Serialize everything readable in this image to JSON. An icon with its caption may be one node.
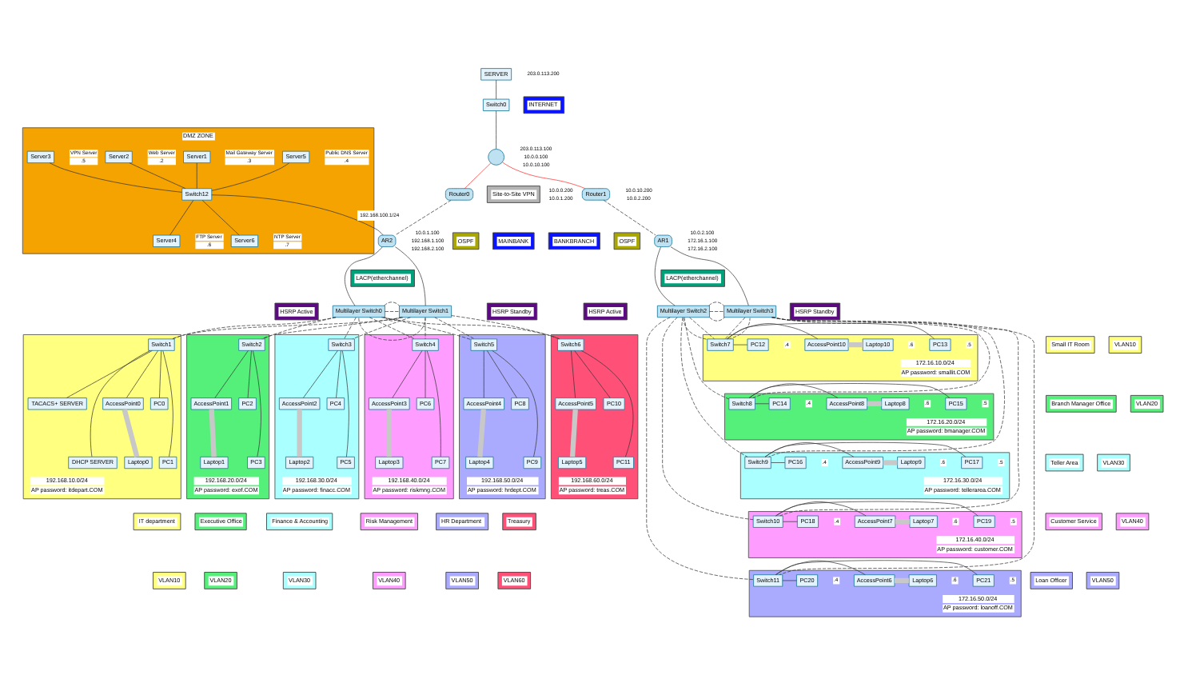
{
  "diagram": {
    "nodes": [
      {
        "text": [
          "DMZ ZONE"
        ]
      },
      {
        "text": [
          "Switch12"
        ],
        "in": 0
      },
      {
        "text": [
          "Server5"
        ],
        "in": 0,
        "beside": [
          "Public DNS Server",
          ".4"
        ]
      },
      {
        "text": [
          "Server1"
        ],
        "in": 0,
        "beside": [
          "Mail Gateway Server",
          ".3"
        ]
      },
      {
        "text": [
          "Server2"
        ],
        "in": 0,
        "beside": [
          "Web Server",
          ".2"
        ]
      },
      {
        "text": [
          "Server3"
        ],
        "in": 0,
        "beside": [
          "VPN Server",
          ".5"
        ]
      },
      {
        "text": [
          "Server4"
        ],
        "in": 0,
        "beside": [
          "FTP Server",
          ".6"
        ]
      },
      {
        "text": [
          "Server6"
        ],
        "in": 0,
        "beside": [
          "NTP Server",
          ".7"
        ]
      },
      {
        "text": [
          "SERVER"
        ],
        "beside": [
          "203.0.113.200"
        ]
      },
      {
        "text": [
          "Switch0"
        ]
      },
      {
        "text": [
          "INTERNET"
        ]
      },
      {
        "text": [],
        "shape": "circle",
        "beside": [
          "203.0.113.100",
          "10.0.0.100",
          "10.0.10.100"
        ]
      },
      {
        "text": [
          "Router0"
        ],
        "beside": [
          "10.0.0.200",
          "10.0.1.200"
        ]
      },
      {
        "text": [
          "MAINBANK"
        ]
      },
      {
        "text": [
          "Site-to-Site VPN"
        ]
      },
      {
        "text": [
          "Router1"
        ],
        "beside": [
          "10.0.10.200",
          "10.0.2.200"
        ]
      },
      {
        "text": [
          "BANKBRANCH"
        ]
      },
      {
        "text": [
          "OSPF"
        ]
      },
      {
        "text": [
          "OSPF"
        ]
      },
      {
        "text": [
          "AR2"
        ],
        "beside": [
          "10.0.1.100",
          "192.168.1.100",
          "192.168.2.100"
        ]
      },
      {
        "text": [
          "AR1"
        ],
        "beside": [
          "10.0.2.100",
          "172.16.1.100",
          "172.16.2.100"
        ]
      },
      {
        "text": [
          "HSRP Active"
        ]
      },
      {
        "text": [
          "LACP(etherchannel)"
        ]
      },
      {
        "text": [
          "HSRP Standby"
        ]
      },
      {
        "text": [
          "Multilayer Switch0"
        ]
      },
      {
        "text": [
          "Multilayer Switch1"
        ]
      },
      {
        "text": [
          "HSRP Active"
        ]
      },
      {
        "text": [
          "Multilayer Switch2"
        ]
      },
      {
        "text": [
          "LACP(etherchannel)"
        ]
      },
      {
        "text": [
          "Multilayer Switch3"
        ]
      },
      {
        "text": [
          "HSRP Standby"
        ]
      },
      {
        "text": [
          "192.168.10.0/24",
          "AP password: itdepart.COM"
        ]
      },
      {
        "text": [
          "Switch1"
        ],
        "in": 31
      },
      {
        "text": [
          "TACACS+ SERVER"
        ],
        "in": 31
      },
      {
        "text": [
          "DHCP SERVER"
        ],
        "in": 31
      },
      {
        "text": [
          "AccessPoint0"
        ],
        "in": 31
      },
      {
        "text": [
          "PC0"
        ],
        "in": 31
      },
      {
        "text": [
          "PC1"
        ],
        "in": 31
      },
      {
        "text": [
          "Laptop0"
        ],
        "in": 31
      },
      {
        "text": [
          "192.168.20.0/24",
          "AP password: exof.COM"
        ]
      },
      {
        "text": [
          "Switch2"
        ],
        "in": 39
      },
      {
        "text": [
          "AccessPoint1"
        ],
        "in": 39
      },
      {
        "text": [
          "PC2"
        ],
        "in": 39
      },
      {
        "text": [
          "PC3"
        ],
        "in": 39
      },
      {
        "text": [
          "Laptop1"
        ],
        "in": 39
      },
      {
        "text": [
          "192.168.30.0/24",
          "AP password: finacc.COM"
        ]
      },
      {
        "text": [
          "Switch3"
        ],
        "in": 45
      },
      {
        "text": [
          "AccessPoint2"
        ],
        "in": 45
      },
      {
        "text": [
          "PC4"
        ],
        "in": 45
      },
      {
        "text": [
          "PC5"
        ],
        "in": 45
      },
      {
        "text": [
          "Laptop2"
        ],
        "in": 45
      },
      {
        "text": [
          "192.168.40.0/24",
          "AP password: riskmng.COM"
        ]
      },
      {
        "text": [
          "Switch4"
        ],
        "in": 51
      },
      {
        "text": [
          "AccessPoint3"
        ],
        "in": 51
      },
      {
        "text": [
          "PC6"
        ],
        "in": 51
      },
      {
        "text": [
          "PC7"
        ],
        "in": 51
      },
      {
        "text": [
          "Laptop3"
        ],
        "in": 51
      },
      {
        "text": [
          "192.168.50.0/24",
          "AP password: hrdept.COM"
        ]
      },
      {
        "text": [
          "Switch5"
        ],
        "in": 57
      },
      {
        "text": [
          "AccessPoint4"
        ],
        "in": 57
      },
      {
        "text": [
          "PC8"
        ],
        "in": 57
      },
      {
        "text": [
          "PC9"
        ],
        "in": 57
      },
      {
        "text": [
          "Laptop4"
        ],
        "in": 57
      },
      {
        "text": [
          "192.168.60.0/24",
          "AP password: treas.COM"
        ]
      },
      {
        "text": [
          "Switch6"
        ],
        "in": 63
      },
      {
        "text": [
          "AccessPoint5"
        ],
        "in": 63
      },
      {
        "text": [
          "PC10"
        ],
        "in": 63
      },
      {
        "text": [
          "PC11"
        ],
        "in": 63
      },
      {
        "text": [
          "Laptop5"
        ],
        "in": 63
      },
      {
        "text": [
          "IT department"
        ]
      },
      {
        "text": [
          "Executive Office"
        ]
      },
      {
        "text": [
          "Finance & Accounting"
        ]
      },
      {
        "text": [
          "Risk Management"
        ]
      },
      {
        "text": [
          "HR Department"
        ]
      },
      {
        "text": [
          "Treasury"
        ]
      },
      {
        "text": [
          "VLAN10"
        ]
      },
      {
        "text": [
          "VLAN20"
        ]
      },
      {
        "text": [
          "VLAN30"
        ]
      },
      {
        "text": [
          "VLAN40"
        ]
      },
      {
        "text": [
          "VLAN50"
        ]
      },
      {
        "text": [
          "VLAN60"
        ]
      },
      {
        "text": [
          "172.16.10.0/24",
          "AP password: smallit.COM"
        ]
      },
      {
        "text": [
          "Switch7"
        ],
        "in": 81
      },
      {
        "text": [
          "PC12"
        ],
        "in": 81,
        "beside": [
          ".4"
        ]
      },
      {
        "text": [
          "AccessPoint10"
        ],
        "in": 81
      },
      {
        "text": [
          "Laptop10"
        ],
        "in": 81,
        "beside": [
          ".6"
        ]
      },
      {
        "text": [
          "PC13"
        ],
        "in": 81,
        "beside": [
          ".5"
        ]
      },
      {
        "text": [
          "Small IT Room"
        ]
      },
      {
        "text": [
          "VLAN10"
        ]
      },
      {
        "text": [
          "172.16.20.0/24",
          "AP password: bmanager.COM"
        ]
      },
      {
        "text": [
          "Switch8"
        ],
        "in": 89
      },
      {
        "text": [
          "PC14"
        ],
        "in": 89,
        "beside": [
          ".4"
        ]
      },
      {
        "text": [
          "AccessPoint8"
        ],
        "in": 89
      },
      {
        "text": [
          "Laptop8"
        ],
        "in": 89,
        "beside": [
          ".6"
        ]
      },
      {
        "text": [
          "PC15"
        ],
        "in": 89,
        "beside": [
          ".5"
        ]
      },
      {
        "text": [
          "Branch Manager Office"
        ]
      },
      {
        "text": [
          "VLAN20"
        ]
      },
      {
        "text": [
          "172.16.30.0/24",
          "AP password: tellerarea.COM"
        ]
      },
      {
        "text": [
          "Switch9"
        ],
        "in": 97
      },
      {
        "text": [
          "PC16"
        ],
        "in": 97,
        "beside": [
          ".4"
        ]
      },
      {
        "text": [
          "AccessPoint9"
        ],
        "in": 97
      },
      {
        "text": [
          "Laptop9"
        ],
        "in": 97,
        "beside": [
          ".6"
        ]
      },
      {
        "text": [
          "PC17"
        ],
        "in": 97,
        "beside": [
          ".5"
        ]
      },
      {
        "text": [
          "Teller Area"
        ]
      },
      {
        "text": [
          "VLAN30"
        ]
      },
      {
        "text": [
          "172.16.40.0/24",
          "AP password: customer.COM"
        ]
      },
      {
        "text": [
          "Switch10"
        ],
        "in": 105
      },
      {
        "text": [
          "PC18"
        ],
        "in": 105,
        "beside": [
          ".4"
        ]
      },
      {
        "text": [
          "AccessPoint7"
        ],
        "in": 105
      },
      {
        "text": [
          "Laptop7"
        ],
        "in": 105,
        "beside": [
          ".6"
        ]
      },
      {
        "text": [
          "PC19"
        ],
        "in": 105,
        "beside": [
          ".5"
        ]
      },
      {
        "text": [
          "Customer Service"
        ]
      },
      {
        "text": [
          "VLAN40"
        ]
      },
      {
        "text": [
          "172.16.50.0/24",
          "AP password: loanoff.COM"
        ]
      },
      {
        "text": [
          "Switch11"
        ],
        "in": 113
      },
      {
        "text": [
          "PC20"
        ],
        "in": 113,
        "beside": [
          ".4"
        ]
      },
      {
        "text": [
          "AccessPoint6"
        ],
        "in": 113
      },
      {
        "text": [
          "Laptop6"
        ],
        "in": 113,
        "beside": [
          ".6"
        ]
      },
      {
        "text": [
          "PC21"
        ],
        "in": 113,
        "beside": [
          ".5"
        ]
      },
      {
        "text": [
          "Loan Officer"
        ]
      },
      {
        "text": [
          "VLAN50"
        ]
      }
    ],
    "edges": [
      {
        "from": 2,
        "to": 1,
        "arrow": "none"
      },
      {
        "from": 3,
        "to": 1,
        "arrow": "none"
      },
      {
        "from": 4,
        "to": 1,
        "arrow": "none"
      },
      {
        "from": 5,
        "to": 1,
        "arrow": "none"
      },
      {
        "from": 1,
        "to": 6,
        "arrow": "none"
      },
      {
        "from": 1,
        "to": 7,
        "arrow": "none"
      },
      {
        "from": 1,
        "to": 19,
        "arrow": "none",
        "label": "192.168.100.1/24"
      },
      {
        "from": 8,
        "to": 9,
        "arrow": "none"
      },
      {
        "from": 9,
        "to": 11,
        "arrow": "none"
      },
      {
        "from": 11,
        "to": 12,
        "arrow": "none",
        "color": "#ff2a2a"
      },
      {
        "from": 11,
        "to": 15,
        "arrow": "none",
        "color": "#ff2a2a"
      },
      {
        "from": 12,
        "to": 19,
        "arrow": "none",
        "style": "dashed"
      },
      {
        "from": 15,
        "to": 20,
        "arrow": "none",
        "style": "dashed"
      },
      {
        "from": 19,
        "to": 24,
        "arrow": "none"
      },
      {
        "from": 19,
        "to": 25,
        "arrow": "none"
      },
      {
        "from": 24,
        "to": 25,
        "arrow": "none",
        "style": "dashed"
      },
      {
        "from": 24,
        "to": 25,
        "arrow": "none",
        "style": "dashed"
      },
      {
        "from": 24,
        "to": 25,
        "arrow": "none",
        "style": "dashed"
      },
      {
        "from": 24,
        "to": 25,
        "arrow": "none",
        "style": "dashed"
      },
      {
        "from": 24,
        "to": 32,
        "arrow": "none",
        "style": "dashed"
      },
      {
        "from": 25,
        "to": 32,
        "arrow": "none",
        "style": "dashed"
      },
      {
        "from": 24,
        "to": 40,
        "arrow": "none",
        "style": "dashed"
      },
      {
        "from": 25,
        "to": 40,
        "arrow": "none",
        "style": "dashed"
      },
      {
        "from": 24,
        "to": 46,
        "arrow": "none",
        "style": "dashed"
      },
      {
        "from": 25,
        "to": 46,
        "arrow": "none",
        "style": "dashed"
      },
      {
        "from": 24,
        "to": 52,
        "arrow": "none",
        "style": "dashed"
      },
      {
        "from": 25,
        "to": 52,
        "arrow": "none",
        "style": "dashed"
      },
      {
        "from": 24,
        "to": 58,
        "arrow": "none",
        "style": "dashed"
      },
      {
        "from": 25,
        "to": 58,
        "arrow": "none",
        "style": "dashed"
      },
      {
        "from": 24,
        "to": 64,
        "arrow": "none",
        "style": "dashed"
      },
      {
        "from": 25,
        "to": 64,
        "arrow": "none",
        "style": "dashed"
      },
      {
        "from": 32,
        "to": 33,
        "arrow": "none"
      },
      {
        "from": 32,
        "to": 34,
        "arrow": "none"
      },
      {
        "from": 32,
        "to": 35,
        "arrow": "none"
      },
      {
        "from": 32,
        "to": 36,
        "arrow": "none"
      },
      {
        "from": 32,
        "to": 37,
        "arrow": "none"
      },
      {
        "from": 35,
        "to": 38,
        "arrow": "none",
        "style": "thick",
        "color": "#c8c8c8"
      },
      {
        "from": 40,
        "to": 41,
        "arrow": "none"
      },
      {
        "from": 40,
        "to": 42,
        "arrow": "none"
      },
      {
        "from": 40,
        "to": 43,
        "arrow": "none"
      },
      {
        "from": 41,
        "to": 44,
        "arrow": "none",
        "style": "thick",
        "color": "#c8c8c8"
      },
      {
        "from": 46,
        "to": 47,
        "arrow": "none"
      },
      {
        "from": 46,
        "to": 48,
        "arrow": "none"
      },
      {
        "from": 46,
        "to": 49,
        "arrow": "none"
      },
      {
        "from": 47,
        "to": 50,
        "arrow": "none",
        "style": "thick",
        "color": "#c8c8c8"
      },
      {
        "from": 52,
        "to": 53,
        "arrow": "none"
      },
      {
        "from": 52,
        "to": 54,
        "arrow": "none"
      },
      {
        "from": 52,
        "to": 55,
        "arrow": "none"
      },
      {
        "from": 53,
        "to": 56,
        "arrow": "none",
        "style": "thick",
        "color": "#c8c8c8"
      },
      {
        "from": 58,
        "to": 59,
        "arrow": "none"
      },
      {
        "from": 58,
        "to": 60,
        "arrow": "none"
      },
      {
        "from": 58,
        "to": 61,
        "arrow": "none"
      },
      {
        "from": 59,
        "to": 62,
        "arrow": "none",
        "style": "thick",
        "color": "#c8c8c8"
      },
      {
        "from": 64,
        "to": 65,
        "arrow": "none"
      },
      {
        "from": 64,
        "to": 66,
        "arrow": "none"
      },
      {
        "from": 64,
        "to": 67,
        "arrow": "none"
      },
      {
        "from": 65,
        "to": 68,
        "arrow": "none",
        "style": "thick",
        "color": "#c8c8c8"
      },
      {
        "from": 20,
        "to": 27,
        "arrow": "none"
      },
      {
        "from": 20,
        "to": 29,
        "arrow": "none"
      },
      {
        "from": 27,
        "to": 29,
        "arrow": "none",
        "style": "dashed"
      },
      {
        "from": 27,
        "to": 29,
        "arrow": "none",
        "style": "dashed"
      },
      {
        "from": 27,
        "to": 29,
        "arrow": "none",
        "style": "dashed"
      },
      {
        "from": 27,
        "to": 29,
        "arrow": "none",
        "style": "dashed"
      },
      {
        "from": 27,
        "to": 82,
        "arrow": "none",
        "style": "dashed"
      },
      {
        "from": 29,
        "to": 82,
        "arrow": "none",
        "style": "dashed"
      },
      {
        "from": 27,
        "to": 90,
        "arrow": "none",
        "style": "dashed"
      },
      {
        "from": 29,
        "to": 90,
        "arrow": "none",
        "style": "dashed"
      },
      {
        "from": 27,
        "to": 98,
        "arrow": "none",
        "style": "dashed"
      },
      {
        "from": 29,
        "to": 98,
        "arrow": "none",
        "style": "dashed"
      },
      {
        "from": 27,
        "to": 106,
        "arrow": "none",
        "style": "dashed"
      },
      {
        "from": 29,
        "to": 106,
        "arrow": "none",
        "style": "dashed"
      },
      {
        "from": 27,
        "to": 114,
        "arrow": "none",
        "style": "dashed"
      },
      {
        "from": 29,
        "to": 114,
        "arrow": "none",
        "style": "dashed"
      },
      {
        "from": 82,
        "to": 83,
        "arrow": "none"
      },
      {
        "from": 82,
        "to": 84,
        "arrow": "none"
      },
      {
        "from": 82,
        "to": 86,
        "arrow": "none"
      },
      {
        "from": 84,
        "to": 85,
        "arrow": "none",
        "style": "thick",
        "color": "#c8c8c8"
      },
      {
        "from": 90,
        "to": 91,
        "arrow": "none"
      },
      {
        "from": 90,
        "to": 92,
        "arrow": "none"
      },
      {
        "from": 90,
        "to": 94,
        "arrow": "none"
      },
      {
        "from": 92,
        "to": 93,
        "arrow": "none",
        "style": "thick",
        "color": "#c8c8c8"
      },
      {
        "from": 98,
        "to": 99,
        "arrow": "none"
      },
      {
        "from": 98,
        "to": 100,
        "arrow": "none"
      },
      {
        "from": 98,
        "to": 102,
        "arrow": "none"
      },
      {
        "from": 100,
        "to": 101,
        "arrow": "none",
        "style": "thick",
        "color": "#c8c8c8"
      },
      {
        "from": 106,
        "to": 107,
        "arrow": "none"
      },
      {
        "from": 106,
        "to": 108,
        "arrow": "none"
      },
      {
        "from": 106,
        "to": 110,
        "arrow": "none"
      },
      {
        "from": 108,
        "to": 109,
        "arrow": "none",
        "style": "thick",
        "color": "#c8c8c8"
      },
      {
        "from": 114,
        "to": 115,
        "arrow": "none"
      },
      {
        "from": 114,
        "to": 116,
        "arrow": "none"
      },
      {
        "from": 114,
        "to": 118,
        "arrow": "none"
      },
      {
        "from": 116,
        "to": 117,
        "arrow": "none",
        "style": "thick",
        "color": "#c8c8c8"
      }
    ]
  }
}
